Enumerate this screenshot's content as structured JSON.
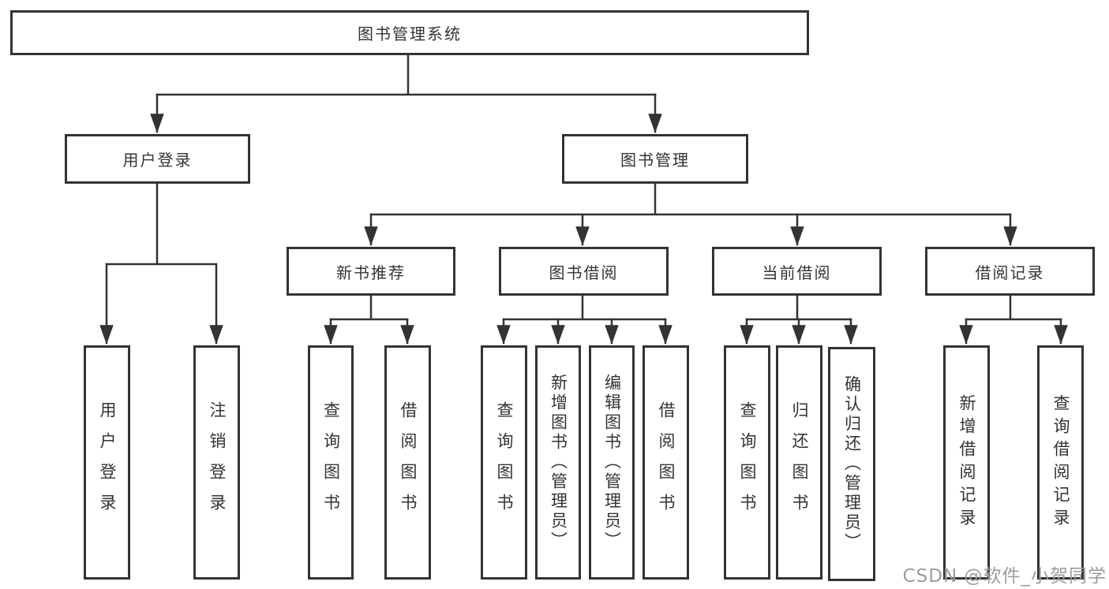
{
  "diagram_type": "hierarchy-tree",
  "colors": {
    "line": "#333333",
    "box_border": "#333333",
    "text": "#333333",
    "background": "#ffffff",
    "watermark": "#9c9c9c"
  },
  "tree": {
    "label": "图书管理系统",
    "children": [
      {
        "label": "用户登录",
        "children": [
          {
            "label": "用户登录"
          },
          {
            "label": "注销登录"
          }
        ]
      },
      {
        "label": "图书管理",
        "children": [
          {
            "label": "新书推荐",
            "children": [
              {
                "label": "查询图书"
              },
              {
                "label": "借阅图书"
              }
            ]
          },
          {
            "label": "图书借阅",
            "children": [
              {
                "label": "查询图书"
              },
              {
                "label": "新增图书（管理员）"
              },
              {
                "label": "编辑图书（管理员）"
              },
              {
                "label": "借阅图书"
              }
            ]
          },
          {
            "label": "当前借阅",
            "children": [
              {
                "label": "查询图书"
              },
              {
                "label": "归还图书"
              },
              {
                "label": "确认归还（管理员）"
              }
            ]
          },
          {
            "label": "借阅记录",
            "children": [
              {
                "label": "新增借阅记录"
              },
              {
                "label": "查询借阅记录"
              }
            ]
          }
        ]
      }
    ]
  },
  "watermark": {
    "text": "CSDN @软件_小贺同学"
  }
}
